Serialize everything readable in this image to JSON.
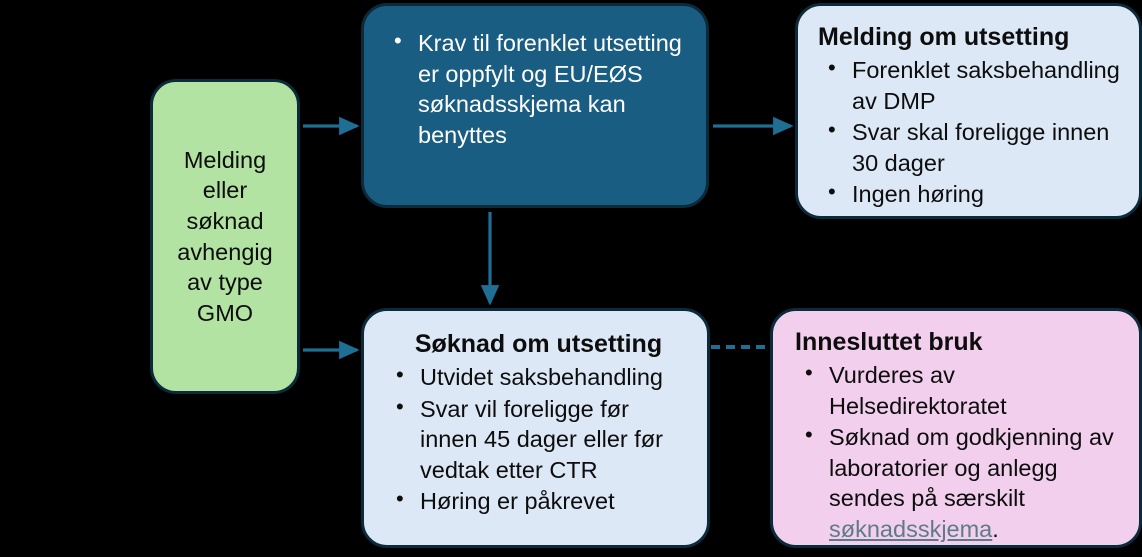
{
  "diagram": {
    "title_text": "Melding eller soknad avhengig av type GMO flowchart",
    "colors": {
      "background": "#000000",
      "start_fill": "#B3E3A3",
      "condition_fill": "#1A5D83",
      "outcome_fill": "#DCE8F6",
      "contained_fill": "#F3CFEE",
      "border": "#0B2A3A",
      "connector": "#1F6E94",
      "link": "#5E7B86"
    },
    "nodes": {
      "start": {
        "lines": [
          "Melding",
          "eller",
          "søknad",
          "avhengig",
          "av type",
          "GMO"
        ]
      },
      "condition": {
        "bullets": [
          "Krav til forenklet utsetting er oppfylt og EU/EØS søknadsskjema kan benyttes"
        ]
      },
      "melding_om_utsetting": {
        "title": "Melding om utsetting",
        "bullets": [
          "Forenklet saksbehandling av DMP",
          "Svar skal foreligge innen 30 dager",
          "Ingen høring"
        ]
      },
      "soknad_om_utsetting": {
        "title": "Søknad om utsetting",
        "bullets": [
          "Utvidet saksbehandling",
          "Svar vil foreligge før innen 45 dager eller før vedtak etter CTR",
          "Høring er påkrevet"
        ]
      },
      "innesluttet_bruk": {
        "title": "Innesluttet bruk",
        "bullets_part1": [
          "Vurderes av Helsedirektoratet"
        ],
        "bullet2_prefix": "Søknad om godkjenning av laboratorier og anlegg sendes på særskilt ",
        "bullet2_link": "søknadsskjema",
        "bullet2_suffix": "."
      }
    },
    "connectors": [
      {
        "name": "start-to-condition",
        "style": "solid-arrow"
      },
      {
        "name": "start-to-soknad",
        "style": "solid-arrow"
      },
      {
        "name": "condition-to-melding",
        "style": "solid-arrow"
      },
      {
        "name": "condition-to-soknad",
        "style": "solid-arrow"
      },
      {
        "name": "soknad-to-innesluttet",
        "style": "dashed"
      }
    ]
  }
}
